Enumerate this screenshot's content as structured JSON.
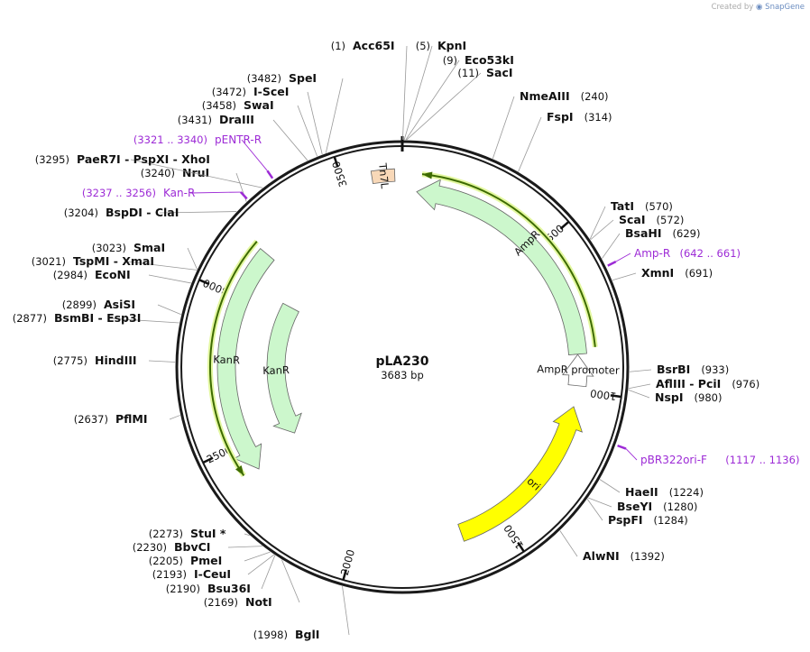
{
  "credit": {
    "prefix": "Created by",
    "brand": "SnapGene"
  },
  "plasmid": {
    "name": "pLA230",
    "length_label": "3683 bp",
    "length": 3683
  },
  "ticks": [
    {
      "label": "500",
      "pos": 500
    },
    {
      "label": "1000",
      "pos": 1000
    },
    {
      "label": "1500",
      "pos": 1500
    },
    {
      "label": "2000",
      "pos": 2000
    },
    {
      "label": "2500",
      "pos": 2500
    },
    {
      "label": "3000",
      "pos": 3000
    },
    {
      "label": "3500",
      "pos": 3500
    }
  ],
  "sites": [
    {
      "names": [
        "Acc65I"
      ],
      "pos": "(1)",
      "at": 1
    },
    {
      "names": [
        "KpnI"
      ],
      "pos": "(5)",
      "at": 5
    },
    {
      "names": [
        "Eco53kI"
      ],
      "pos": "(9)",
      "at": 9
    },
    {
      "names": [
        "SacI"
      ],
      "pos": "(11)",
      "at": 11
    },
    {
      "names": [
        "NmeAIII"
      ],
      "pos": "(240)",
      "at": 240
    },
    {
      "names": [
        "FspI"
      ],
      "pos": "(314)",
      "at": 314
    },
    {
      "names": [
        "TatI"
      ],
      "pos": "(570)",
      "at": 570
    },
    {
      "names": [
        "ScaI"
      ],
      "pos": "(572)",
      "at": 572
    },
    {
      "names": [
        "BsaHI"
      ],
      "pos": "(629)",
      "at": 629
    },
    {
      "names": [
        "XmnI"
      ],
      "pos": "(691)",
      "at": 691
    },
    {
      "names": [
        "BsrBI"
      ],
      "pos": "(933)",
      "at": 933
    },
    {
      "names": [
        "AflIII",
        "PciI"
      ],
      "pos": "(976)",
      "at": 976
    },
    {
      "names": [
        "NspI"
      ],
      "pos": "(980)",
      "at": 980
    },
    {
      "names": [
        "HaeII"
      ],
      "pos": "(1224)",
      "at": 1224
    },
    {
      "names": [
        "BseYI"
      ],
      "pos": "(1280)",
      "at": 1280
    },
    {
      "names": [
        "PspFI"
      ],
      "pos": "(1284)",
      "at": 1284
    },
    {
      "names": [
        "AlwNI"
      ],
      "pos": "(1392)",
      "at": 1392
    },
    {
      "names": [
        "BglI"
      ],
      "pos": "(1998)",
      "at": 1998
    },
    {
      "names": [
        "NotI"
      ],
      "pos": "(2169)",
      "at": 2169
    },
    {
      "names": [
        "Bsu36I"
      ],
      "pos": "(2190)",
      "at": 2190
    },
    {
      "names": [
        "I-CeuI"
      ],
      "pos": "(2193)",
      "at": 2193
    },
    {
      "names": [
        "PmeI"
      ],
      "pos": "(2205)",
      "at": 2205
    },
    {
      "names": [
        "BbvCI"
      ],
      "pos": "(2230)",
      "at": 2230
    },
    {
      "names": [
        "StuI *"
      ],
      "pos": "(2273)",
      "at": 2273
    },
    {
      "names": [
        "PflMI"
      ],
      "pos": "(2637)",
      "at": 2637
    },
    {
      "names": [
        "HindIII"
      ],
      "pos": "(2775)",
      "at": 2775
    },
    {
      "names": [
        "BsmBI",
        "Esp3I"
      ],
      "pos": "(2877)",
      "at": 2877
    },
    {
      "names": [
        "AsiSI"
      ],
      "pos": "(2899)",
      "at": 2899
    },
    {
      "names": [
        "EcoNI"
      ],
      "pos": "(2984)",
      "at": 2984
    },
    {
      "names": [
        "TspMI",
        "XmaI"
      ],
      "pos": "(3021)",
      "at": 3021
    },
    {
      "names": [
        "SmaI"
      ],
      "pos": "(3023)",
      "at": 3023
    },
    {
      "names": [
        "BspDI",
        "ClaI"
      ],
      "pos": "(3204)",
      "at": 3204
    },
    {
      "names": [
        "NruI"
      ],
      "pos": "(3240)",
      "at": 3240
    },
    {
      "names": [
        "PaeR7I",
        "PspXI",
        "XhoI"
      ],
      "pos": "(3295)",
      "at": 3295
    },
    {
      "names": [
        "DraIII"
      ],
      "pos": "(3431)",
      "at": 3431
    },
    {
      "names": [
        "SwaI"
      ],
      "pos": "(3458)",
      "at": 3458
    },
    {
      "names": [
        "I-SceI"
      ],
      "pos": "(3472)",
      "at": 3472
    },
    {
      "names": [
        "SpeI"
      ],
      "pos": "(3482)",
      "at": 3482
    }
  ],
  "primers": [
    {
      "name": "pENTR-R",
      "range": "(3321 .. 3340)",
      "at": 3330
    },
    {
      "name": "Kan-R",
      "range": "(3237 .. 3256)",
      "at": 3246
    },
    {
      "name": "Amp-R",
      "range": "(642 .. 661)",
      "at": 652
    },
    {
      "name": "pBR322ori-F",
      "range": "(1117 .. 1136)",
      "at": 1126
    }
  ],
  "features": [
    {
      "label": "AmpR",
      "direction": "reverse",
      "start": 48,
      "end": 878,
      "color": "#ccf7cc"
    },
    {
      "label": "AmpR promoter",
      "direction": "reverse",
      "start": 879,
      "end": 983,
      "color": "#ffffff"
    },
    {
      "label": "ori",
      "direction": "reverse",
      "start": 1054,
      "end": 1642,
      "color": "#ffff00"
    },
    {
      "label": "KanR",
      "direction": "reverse",
      "start": 2400,
      "end": 3170,
      "color": "#ccf7cc"
    },
    {
      "label": "KanR",
      "direction": "reverse",
      "start": 2440,
      "end": 3050,
      "color": "#ccf7cc"
    },
    {
      "label": "Tn7L",
      "direction": "none",
      "start": 3590,
      "end": 3660,
      "color": "#f8d8b8"
    }
  ],
  "colors": {
    "backbone": "#1a1a1a",
    "primer": "#9d2bd6",
    "orf": "#3d6b00",
    "orf_glow": "#e3f7a0"
  }
}
